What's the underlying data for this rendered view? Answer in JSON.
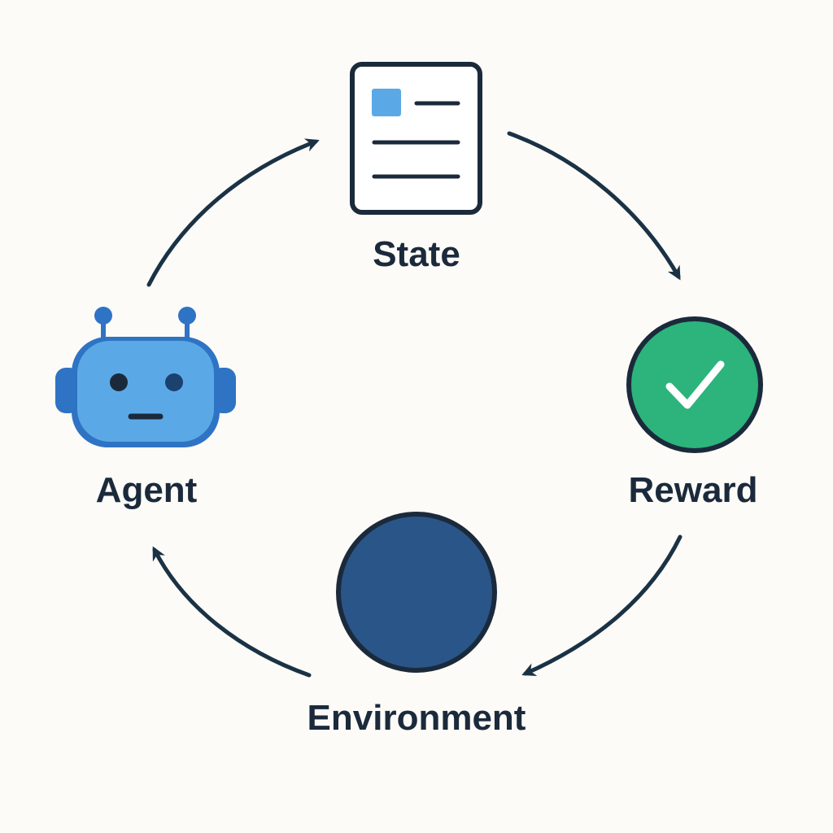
{
  "nodes": {
    "state": {
      "label": "State",
      "icon": "document-icon"
    },
    "agent": {
      "label": "Agent",
      "icon": "robot-icon"
    },
    "reward": {
      "label": "Reward",
      "icon": "checkmark-icon"
    },
    "environment": {
      "label": "Environment",
      "icon": "circle-icon"
    }
  },
  "colors": {
    "background": "#fcfbf8",
    "text": "#1b2a3b",
    "arrow": "#1b3245",
    "doc_outline": "#1b2a3b",
    "doc_accent": "#5aa9e6",
    "robot_face": "#5aa9e6",
    "robot_dark": "#2f73c4",
    "reward_fill": "#2db37c",
    "environment_fill": "#2a5589"
  }
}
